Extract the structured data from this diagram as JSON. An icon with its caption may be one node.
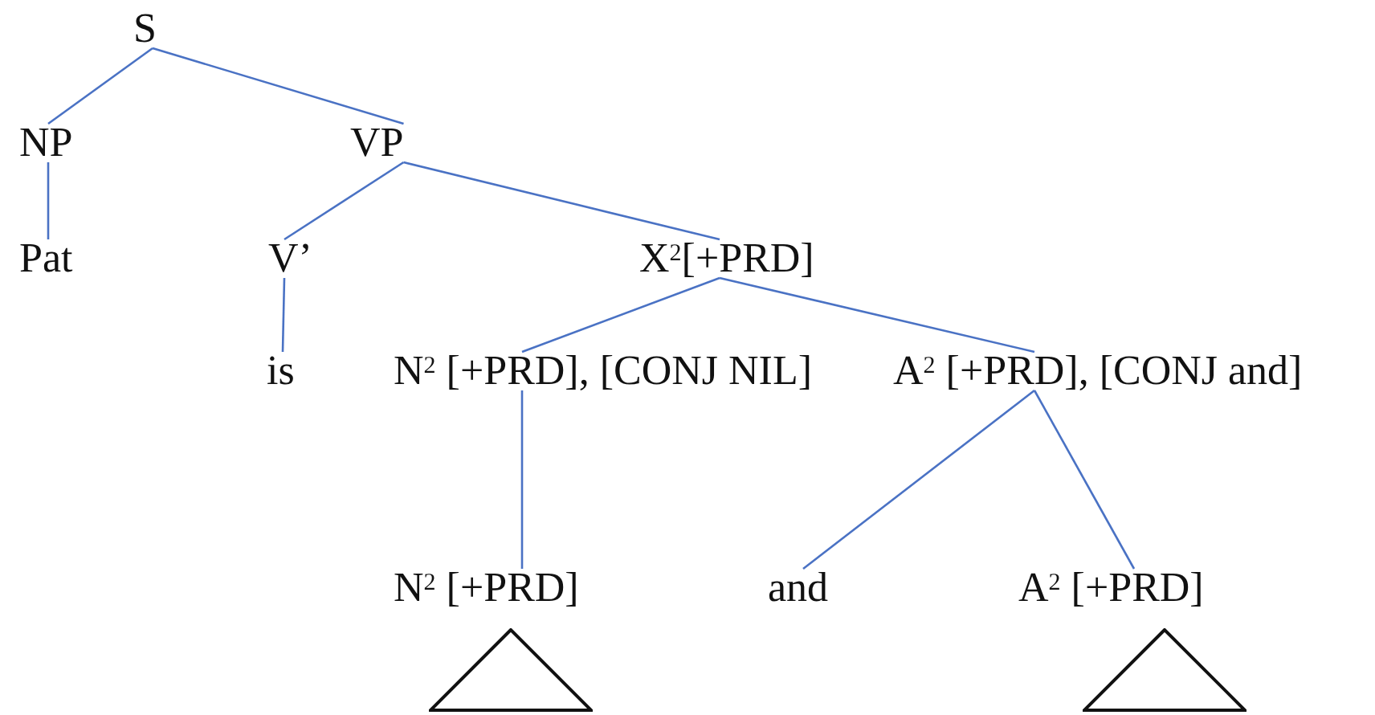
{
  "diagram": {
    "nodes": [
      {
        "text": [
          "S"
        ]
      },
      {
        "text": [
          "NP"
        ]
      },
      {
        "text": [
          "VP"
        ]
      },
      {
        "text": [
          "Pat"
        ]
      },
      {
        "text": [
          "V’"
        ]
      },
      {
        "text": [
          "X$^{2}$[+PRD]"
        ]
      },
      {
        "text": [
          "is"
        ]
      },
      {
        "text": [
          "N$^{2}$ [+PRD], [CONJ NIL]"
        ]
      },
      {
        "text": [
          "A$^{2}$ [+PRD], [CONJ and]"
        ]
      },
      {
        "text": [
          "N$^{2}$ [+PRD]"
        ]
      },
      {
        "text": [
          "and"
        ]
      },
      {
        "text": [
          "A$^{2}$ [+PRD]"
        ]
      },
      {
        "text": [],
        "shape": "triangle"
      },
      {
        "text": [],
        "shape": "triangle"
      }
    ],
    "edges": [
      {
        "from": 0,
        "to": 1,
        "arrow": "none"
      },
      {
        "from": 0,
        "to": 2,
        "arrow": "none"
      },
      {
        "from": 1,
        "to": 3,
        "arrow": "none"
      },
      {
        "from": 2,
        "to": 4,
        "arrow": "none"
      },
      {
        "from": 2,
        "to": 5,
        "arrow": "none"
      },
      {
        "from": 4,
        "to": 6,
        "arrow": "none"
      },
      {
        "from": 5,
        "to": 7,
        "arrow": "none"
      },
      {
        "from": 5,
        "to": 8,
        "arrow": "none"
      },
      {
        "from": 7,
        "to": 9,
        "arrow": "none"
      },
      {
        "from": 8,
        "to": 10,
        "arrow": "none"
      },
      {
        "from": 8,
        "to": 11,
        "arrow": "none"
      }
    ]
  }
}
